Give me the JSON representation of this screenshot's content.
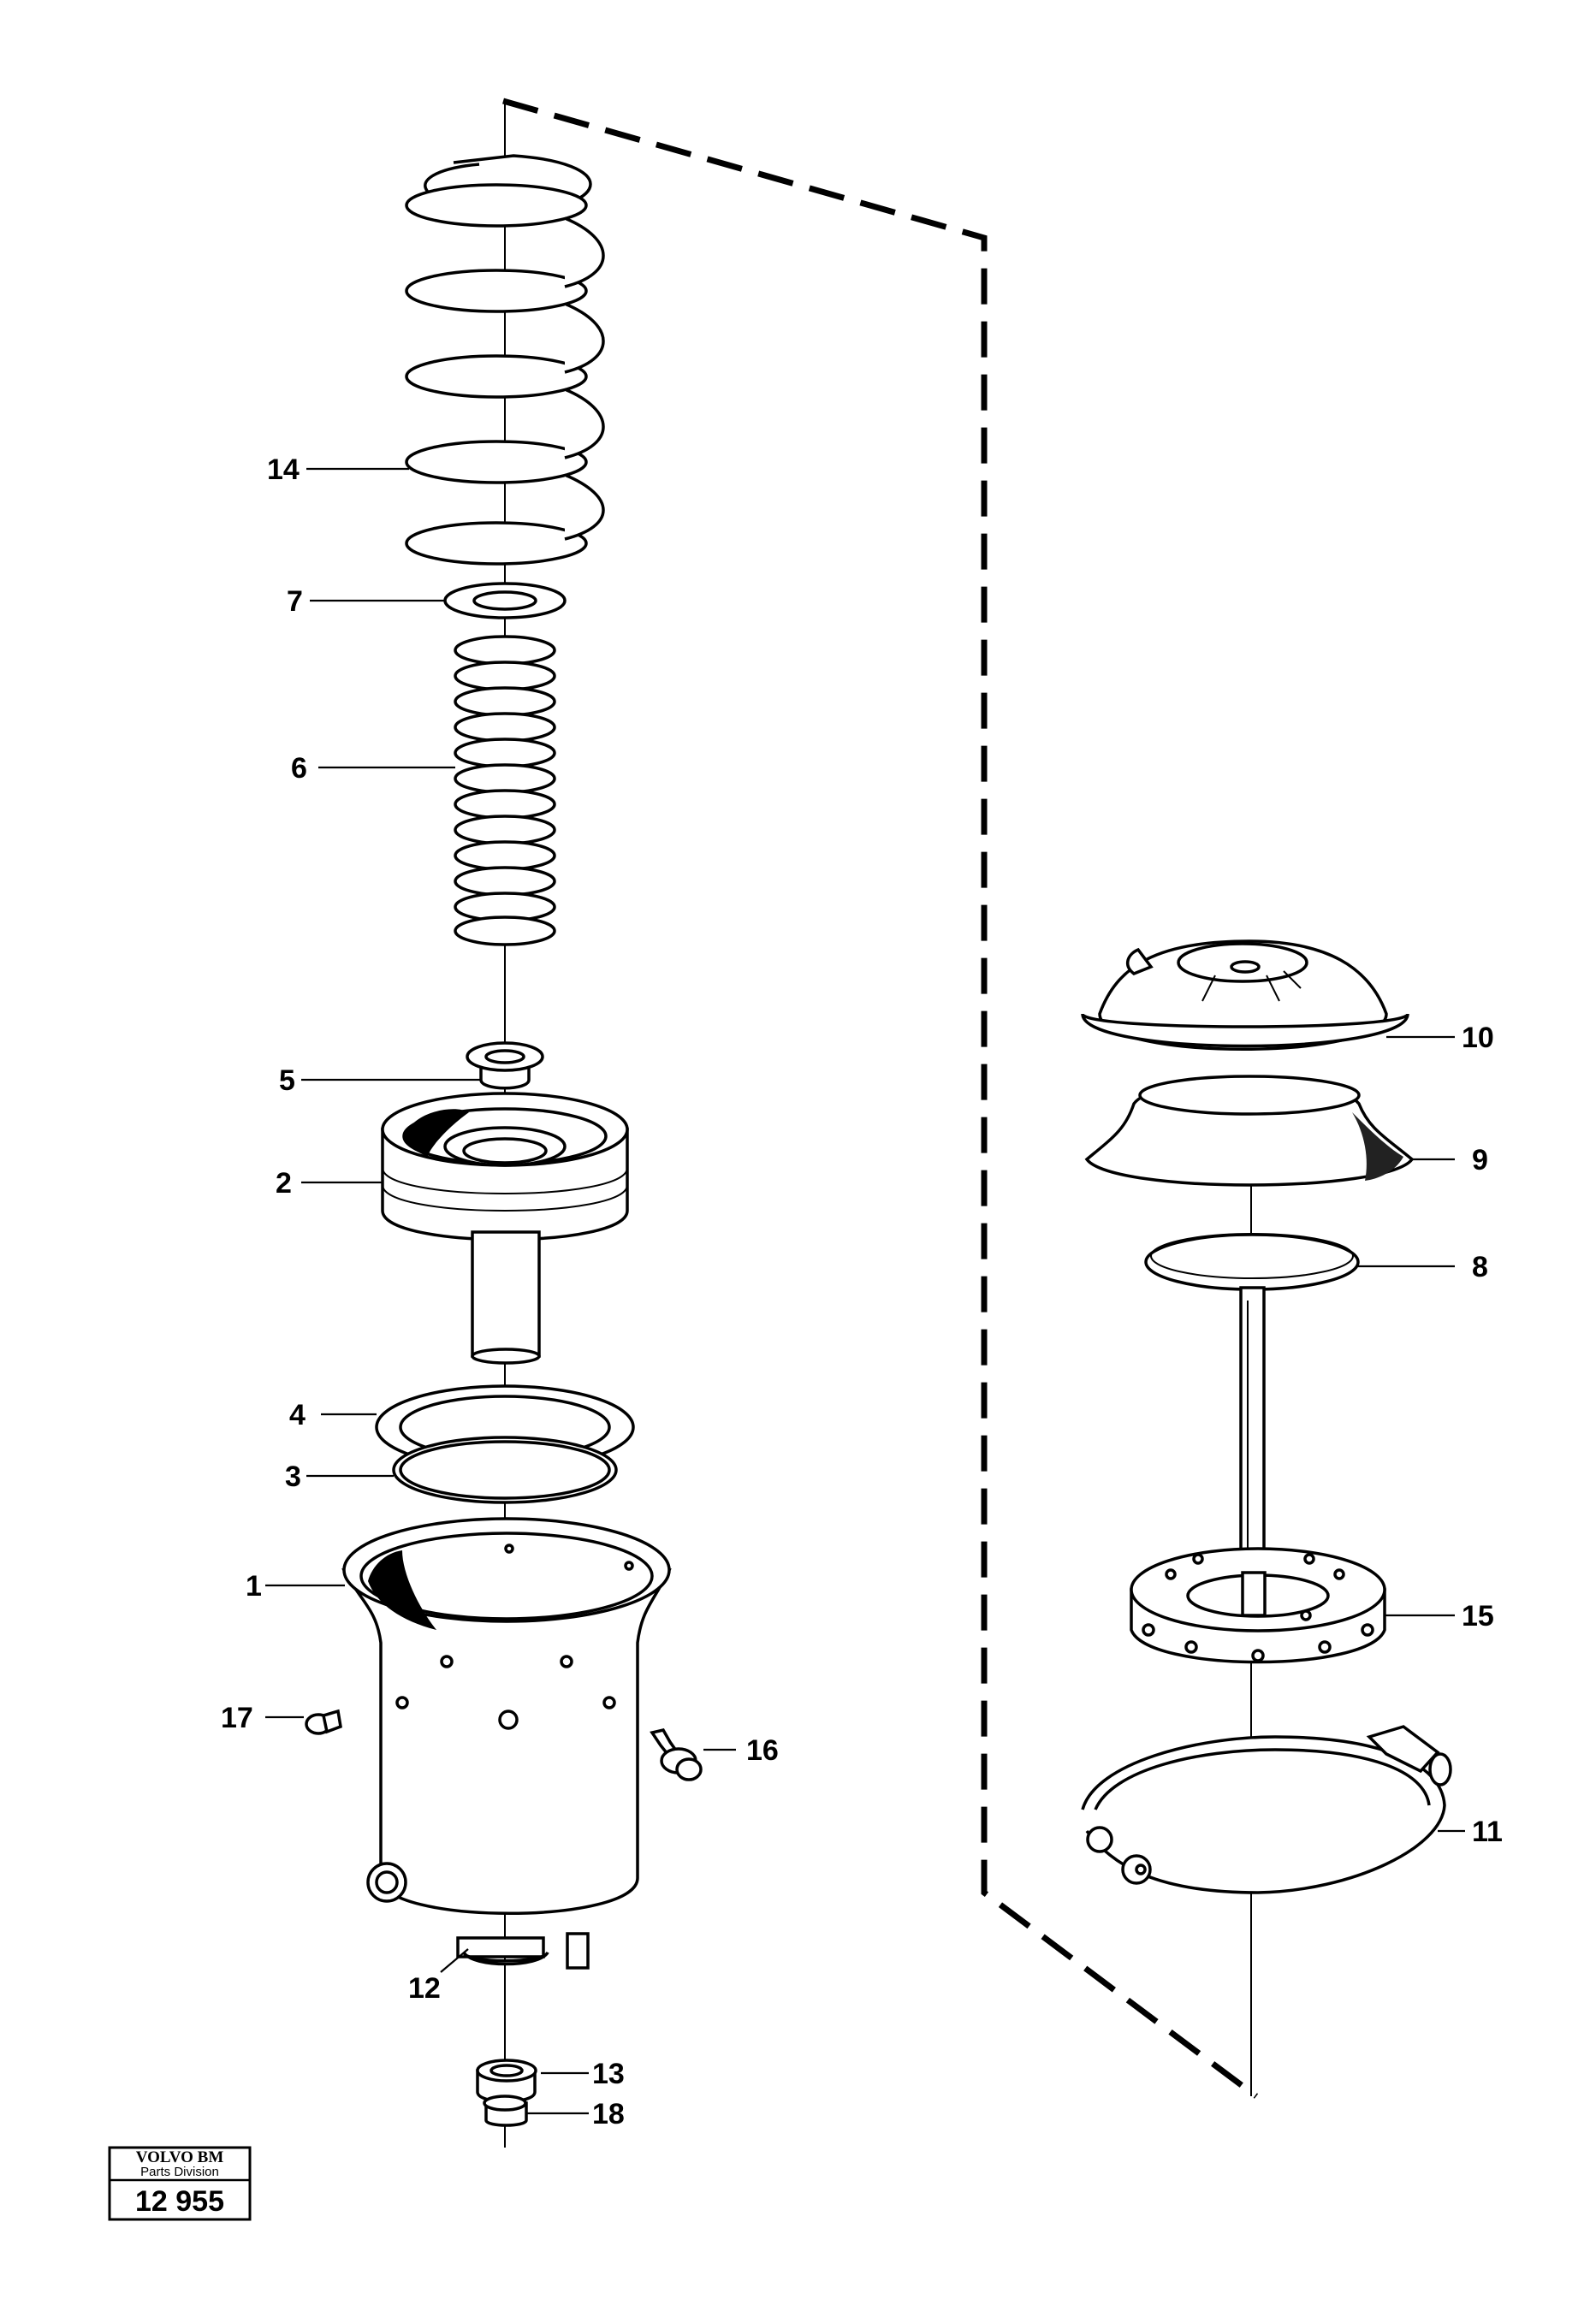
{
  "labels": {
    "l1": "1",
    "l2": "2",
    "l3": "3",
    "l4": "4",
    "l5": "5",
    "l6": "6",
    "l7": "7",
    "l8": "8",
    "l9": "9",
    "l10": "10",
    "l11": "11",
    "l12": "12",
    "l13": "13",
    "l14": "14",
    "l15": "15",
    "l16": "16",
    "l17": "17",
    "l18": "18"
  },
  "stamp": {
    "brand": "VOLVO BM",
    "division": "Parts Division",
    "number": "12 955"
  }
}
